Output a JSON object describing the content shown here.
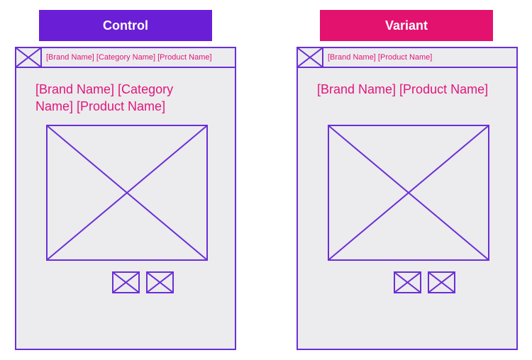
{
  "colors": {
    "control_header": "#6a1fd6",
    "variant_header": "#e3126f",
    "wireframe_stroke": "#6a2fd6",
    "text_pink": "#e0177a",
    "frame_fill": "#ecebee"
  },
  "control": {
    "label": "Control",
    "breadcrumb": "[Brand Name] [Category Name] [Product Name]",
    "title": "[Brand Name] [Category Name] [Product Name]"
  },
  "variant": {
    "label": "Variant",
    "breadcrumb": "[Brand Name] [Product Name]",
    "title": "[Brand Name] [Product Name]"
  },
  "icons": {
    "image_placeholder": "image-placeholder-icon"
  }
}
